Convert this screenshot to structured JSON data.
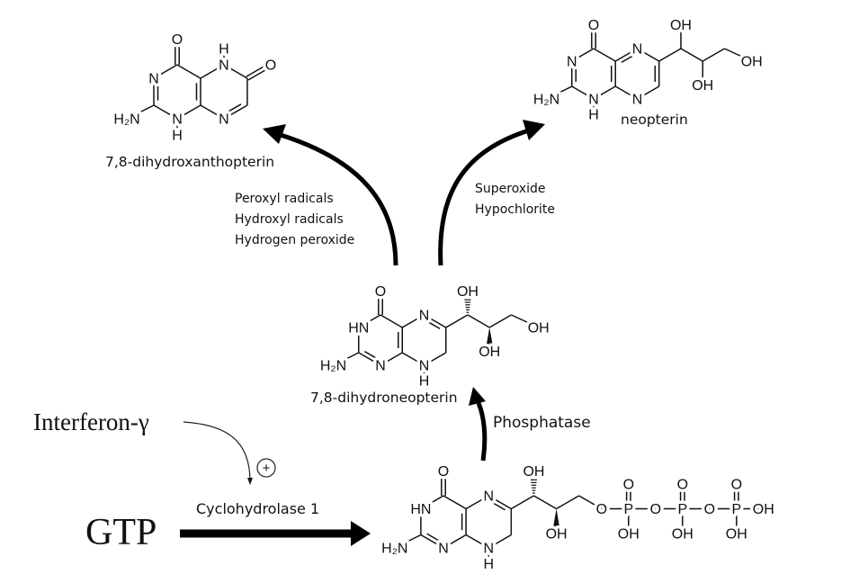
{
  "labels": {
    "xanthopterin_name": "7,8-dihydroxanthopterin",
    "neopterin_name": "neopterin",
    "oxidants_left": [
      "Peroxyl radicals",
      "Hydroxyl radicals",
      "Hydrogen peroxide"
    ],
    "oxidants_right": [
      "Superoxide",
      "Hypochlorite"
    ],
    "dihydroneopterin_name": "7,8-dihydroneopterin",
    "phosphatase": "Phosphatase",
    "interferon": "Interferon-γ",
    "plus_sign": "+",
    "gtp": "GTP",
    "enzyme": "Cyclohydrolase 1"
  },
  "molecules": {
    "xanthopterin": {
      "atoms": {
        "O4": "O",
        "N3": "N",
        "N1": "N",
        "H1": "H",
        "NH2": "H₂N",
        "N5": "N",
        "H5": "H",
        "O6": "O",
        "N8": "N"
      }
    },
    "neopterin": {
      "atoms": {
        "O4": "O",
        "N3": "N",
        "N1": "N",
        "H1": "H",
        "NH2": "H₂N",
        "N5": "N",
        "N8": "N",
        "OH1": "OH",
        "OH2": "OH",
        "OH3": "OH"
      }
    },
    "dihydroneopterin": {
      "atoms": {
        "O4": "O",
        "N3": "HN",
        "N1": "N",
        "NH2": "H₂N",
        "N5": "N",
        "N8": "N",
        "H8": "H",
        "OH1": "OH",
        "OH2": "OH",
        "OH3": "OH"
      }
    },
    "dihydroneopterin_triphosphate": {
      "atoms": {
        "O4": "O",
        "N3": "HN",
        "N1": "N",
        "NH2": "H₂N",
        "N5": "N",
        "N8": "N",
        "H8": "H",
        "OH1": "OH",
        "OH2": "OH",
        "Oa": "O",
        "P1": "P",
        "P1u": "O",
        "P1d": "OH",
        "Ob": "O",
        "P2": "P",
        "P2u": "O",
        "P2d": "OH",
        "Oc": "O",
        "P3": "P",
        "P3u": "O",
        "P3d": "OH",
        "P3r": "OH"
      }
    }
  },
  "colors": {
    "ink": "#000000",
    "background": "#ffffff"
  }
}
